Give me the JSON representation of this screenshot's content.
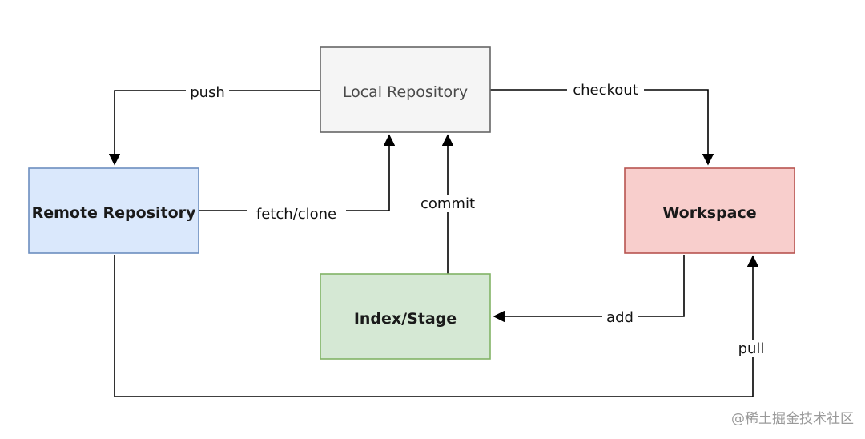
{
  "nodes": {
    "local": {
      "label": "Local Repository",
      "fill": "#f5f5f5",
      "stroke": "#666666"
    },
    "remote": {
      "label": "Remote Repository",
      "fill": "#dae8fc",
      "stroke": "#6c8ebf"
    },
    "workspace": {
      "label": "Workspace",
      "fill": "#f8cecc",
      "stroke": "#b85450"
    },
    "index": {
      "label": "Index/Stage",
      "fill": "#d5e8d4",
      "stroke": "#82b366"
    }
  },
  "edges": {
    "push": "push",
    "checkout": "checkout",
    "fetch_clone": "fetch/clone",
    "commit": "commit",
    "add": "add",
    "pull": "pull"
  },
  "colors": {
    "line": "#000000"
  },
  "watermark": "@稀土掘金技术社区"
}
